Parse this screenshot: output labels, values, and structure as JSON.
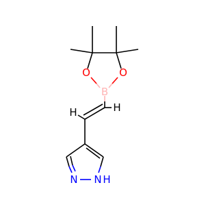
{
  "molecule": {
    "atom_labels": {
      "O_left": "O",
      "O_right": "O",
      "B": "B",
      "H_vinyl_alpha": "H",
      "H_vinyl_beta": "H",
      "N_pyridine": "N",
      "NH_label": "N",
      "NH_h": "H"
    }
  },
  "colors": {
    "carbon": "#000000",
    "oxygen": "#ff0000",
    "boron": "#ffb5b5",
    "nitrogen": "#0000ff",
    "hydrogen": "#000000",
    "background": "#ffffff"
  }
}
